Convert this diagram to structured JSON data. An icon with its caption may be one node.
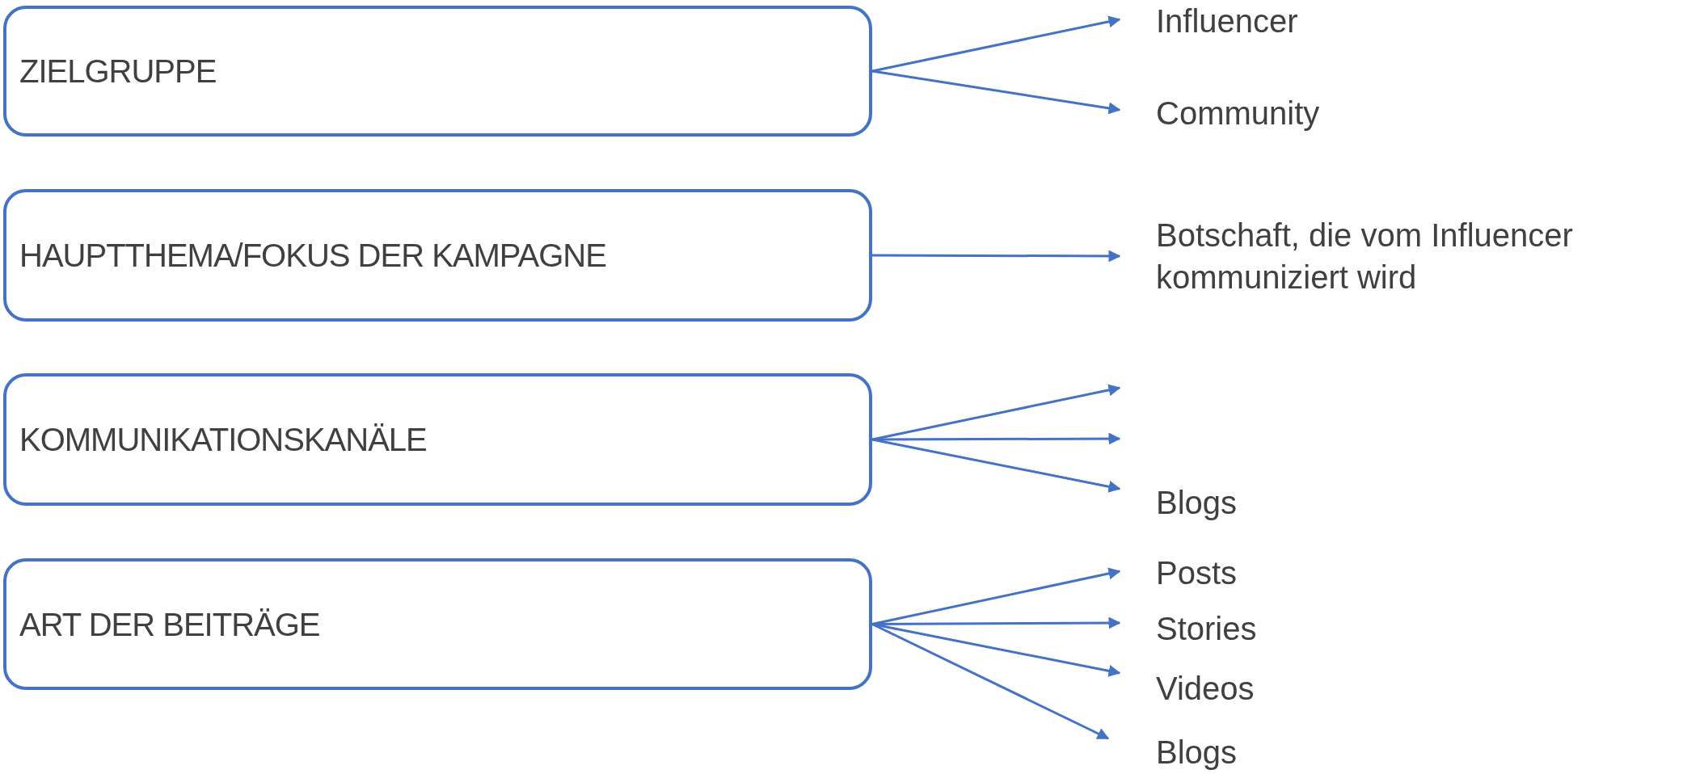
{
  "diagram": {
    "nodes": [
      {
        "text": [
          "ZIELGRUPPE"
        ]
      },
      {
        "text": [
          "HAUPTTHEMA/FOKUS DER KAMPAGNE"
        ]
      },
      {
        "text": [
          "KOMMUNIKATIONSKANÄLE"
        ]
      },
      {
        "text": [
          "ART DER BEITRÄGE"
        ]
      },
      {
        "text": [
          "Influencer"
        ]
      },
      {
        "text": [
          "Community"
        ]
      },
      {
        "text": [
          "Botschaft, die vom Influencer kommuniziert wird"
        ]
      },
      {
        "text": [
          "Blogs"
        ]
      },
      {
        "text": [
          "Posts"
        ]
      },
      {
        "text": [
          "Stories"
        ]
      },
      {
        "text": [
          "Videos"
        ]
      },
      {
        "text": [
          "Blogs"
        ]
      }
    ],
    "edges": [
      {
        "from": 0,
        "to": 4,
        "arrow": "to"
      },
      {
        "from": 0,
        "to": 5,
        "arrow": "to"
      },
      {
        "from": 1,
        "to": 6,
        "arrow": "to"
      },
      {
        "from": 2,
        "to": null,
        "arrow": "to"
      },
      {
        "from": 2,
        "to": null,
        "arrow": "to"
      },
      {
        "from": 2,
        "to": 7,
        "arrow": "to"
      },
      {
        "from": 3,
        "to": 8,
        "arrow": "to"
      },
      {
        "from": 3,
        "to": 9,
        "arrow": "to"
      },
      {
        "from": 3,
        "to": 10,
        "arrow": "to"
      },
      {
        "from": 3,
        "to": 11,
        "arrow": "to"
      }
    ]
  }
}
